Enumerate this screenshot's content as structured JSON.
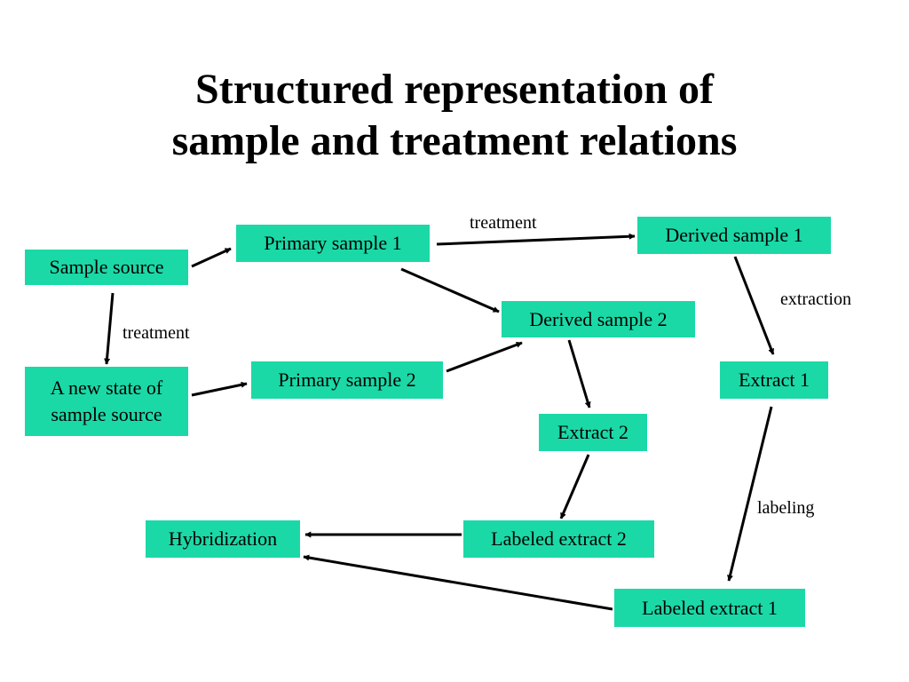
{
  "title": {
    "line1": "Structured representation of",
    "line2": "sample and treatment relations"
  },
  "colors": {
    "node_fill": "#1bd9a7",
    "arrow": "#000000",
    "background": "#ffffff"
  },
  "nodes": {
    "sample_source": "Sample source",
    "new_state": "A new state of\nsample source",
    "primary_sample_1": "Primary sample 1",
    "primary_sample_2": "Primary sample 2",
    "derived_sample_1": "Derived sample 1",
    "derived_sample_2": "Derived sample 2",
    "extract_1": "Extract 1",
    "extract_2": "Extract 2",
    "labeled_extract_1": "Labeled extract 1",
    "labeled_extract_2": "Labeled extract 2",
    "hybridization": "Hybridization"
  },
  "edge_labels": {
    "treatment_top": "treatment",
    "treatment_left": "treatment",
    "extraction": "extraction",
    "labeling": "labeling"
  },
  "edges": [
    {
      "from": "sample_source",
      "to": "primary_sample_1"
    },
    {
      "from": "sample_source",
      "to": "new_state",
      "label": "treatment"
    },
    {
      "from": "primary_sample_1",
      "to": "derived_sample_1",
      "label": "treatment"
    },
    {
      "from": "primary_sample_1",
      "to": "derived_sample_2"
    },
    {
      "from": "new_state",
      "to": "primary_sample_2"
    },
    {
      "from": "primary_sample_2",
      "to": "derived_sample_2"
    },
    {
      "from": "derived_sample_1",
      "to": "extract_1",
      "label": "extraction"
    },
    {
      "from": "derived_sample_2",
      "to": "extract_2"
    },
    {
      "from": "extract_1",
      "to": "labeled_extract_1",
      "label": "labeling"
    },
    {
      "from": "extract_2",
      "to": "labeled_extract_2"
    },
    {
      "from": "labeled_extract_2",
      "to": "hybridization"
    },
    {
      "from": "labeled_extract_1",
      "to": "hybridization"
    }
  ]
}
